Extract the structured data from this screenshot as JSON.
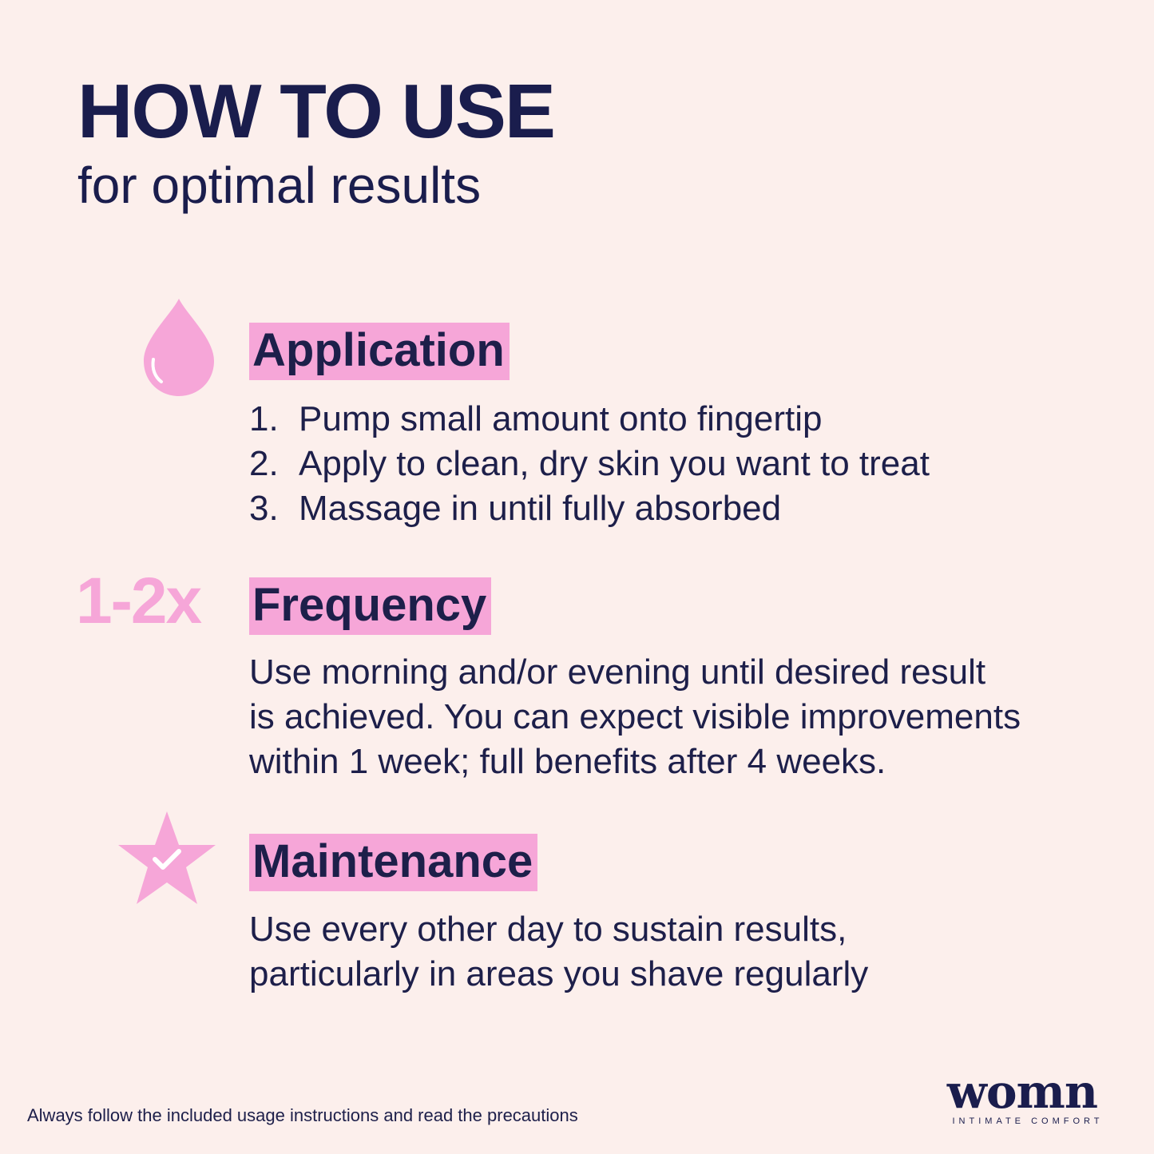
{
  "header": {
    "title": "HOW TO USE",
    "subtitle": "for optimal results"
  },
  "sections": {
    "application": {
      "heading": "Application",
      "icon": "drop-icon",
      "steps": [
        {
          "num": "1.",
          "text": "Pump small amount onto fingertip"
        },
        {
          "num": "2.",
          "text": "Apply to clean, dry skin you want to treat"
        },
        {
          "num": "3.",
          "text": "Massage in until fully absorbed"
        }
      ]
    },
    "frequency": {
      "heading": "Frequency",
      "icon_text": "1-2x",
      "lines": [
        "Use morning and/or evening until desired result",
        "is achieved. You can expect visible improvements",
        "within 1 week; full benefits after 4 weeks."
      ]
    },
    "maintenance": {
      "heading": "Maintenance",
      "icon": "star-check-icon",
      "lines": [
        "Use every other day to sustain results,",
        "particularly in areas you shave regularly"
      ]
    }
  },
  "footer": {
    "note": "Always follow the included usage instructions and read the precautions",
    "logo_word": "womn",
    "logo_tagline": "INTIMATE COMFORT"
  },
  "colors": {
    "background": "#fcefec",
    "accent_pink": "#f6a6d8",
    "navy": "#1d1f4a"
  }
}
